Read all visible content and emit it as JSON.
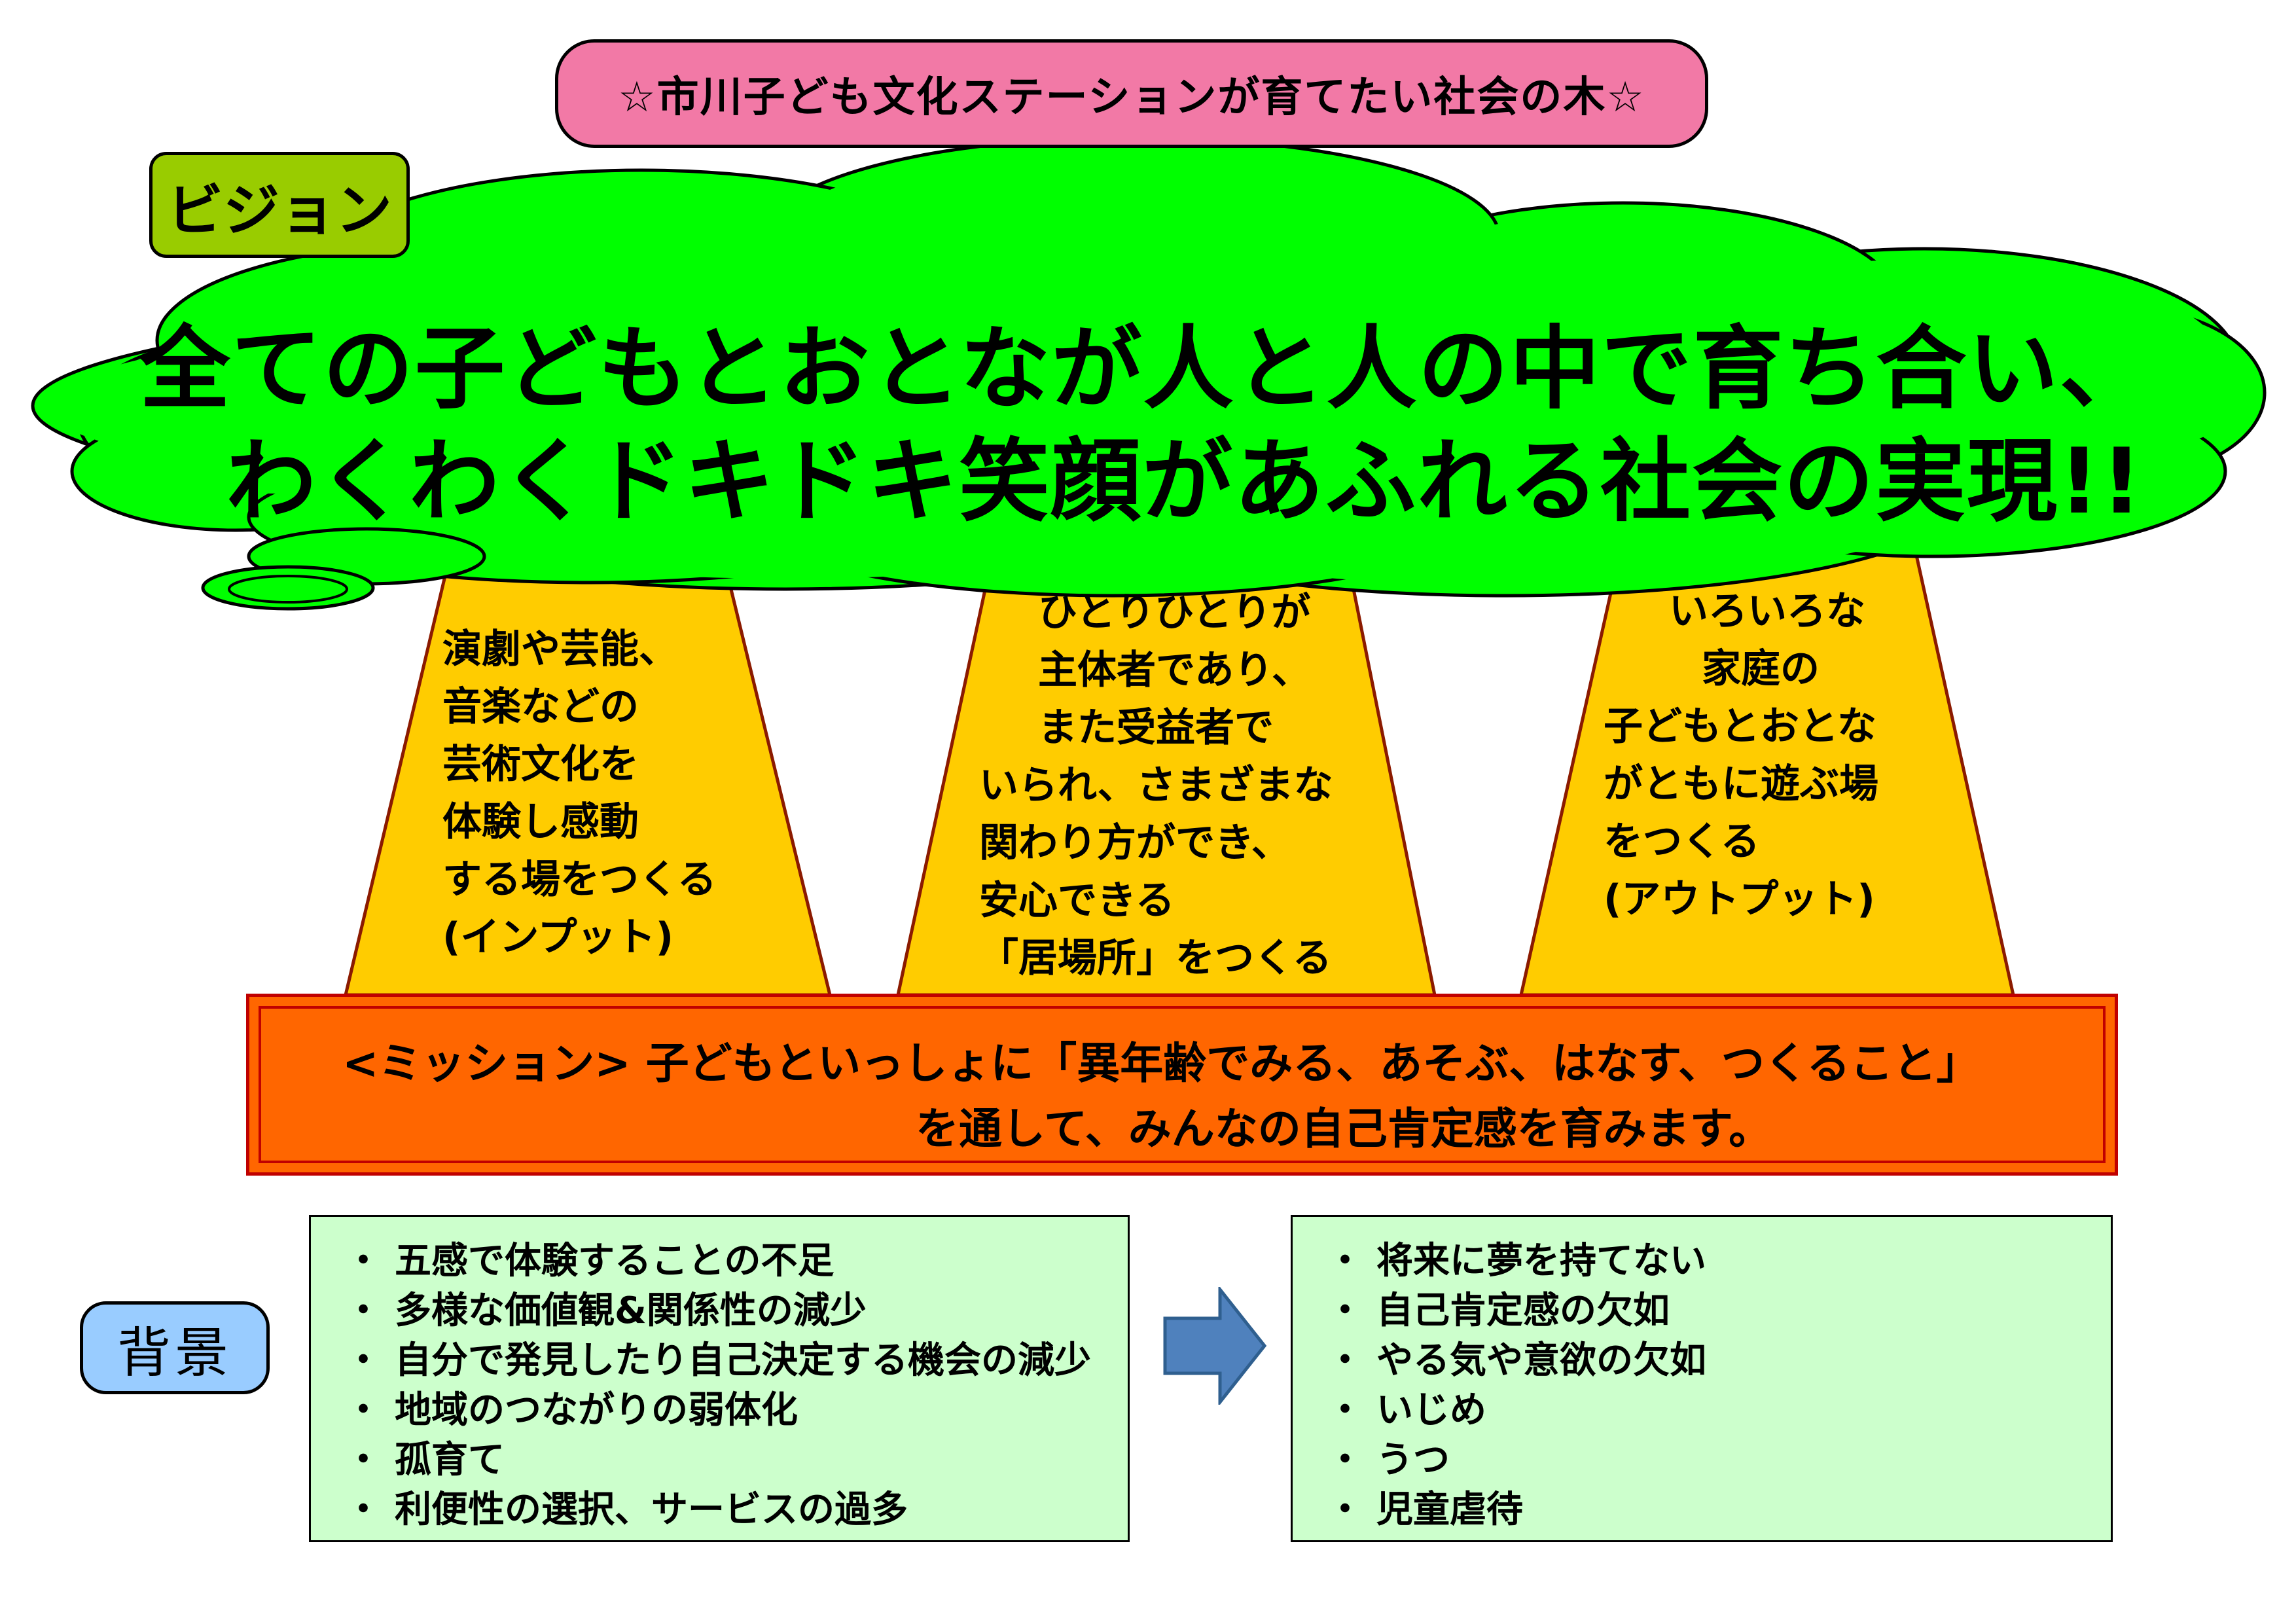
{
  "title": "☆市川子ども文化ステーションが育てたい社会の木☆",
  "vision_label": "ビジョン",
  "vision": {
    "line1": "全ての子どもとおとなが人と人の中で育ち合い、",
    "line2": "わくわくドキドキ笑顔があふれる社会の実現!!"
  },
  "trunks": {
    "left": [
      "演劇や芸能、",
      "音楽などの",
      "芸術文化を",
      "体験し感動",
      "する場をつくる",
      "(インプット)"
    ],
    "center": [
      "ひとりひとりが",
      "主体者であり、",
      "また受益者で",
      "いられ、さまざまな",
      "関わり方ができ、",
      "安心できる",
      "「居場所」をつくる"
    ],
    "right": [
      "いろいろな",
      "家庭の",
      "子どもとおとな",
      "がともに遊ぶ場",
      "をつくる",
      "(アウトプット)"
    ]
  },
  "mission": {
    "line1": "<ミッション>  子どもといっしょに「異年齢でみる、あそぶ、はなす、つくること」",
    "line2": "を通して、みんなの自己肯定感を育みます。"
  },
  "background_label": "背景",
  "causes": [
    "五感で体験することの不足",
    "多様な価値観&関係性の減少",
    "自分で発見したり自己決定する機会の減少",
    "地域のつながりの弱体化",
    "孤育て",
    "利便性の選択、サービスの過多"
  ],
  "effects": [
    "将来に夢を持てない",
    "自己肯定感の欠如",
    "やる気や意欲の欠如",
    "いじめ",
    "うつ",
    "児童虐待"
  ],
  "bullet_symbol": "・",
  "colors": {
    "title_pill": "#f279a6",
    "vision_label": "#99cc00",
    "canopy": "#00ff00",
    "trunk": "#ffcc00",
    "trunk_stroke": "#8b1a00",
    "mission": "#ff6600",
    "mission_border": "#c00000",
    "background_label": "#99ccff",
    "bullet_box": "#ccffcc",
    "arrow": "#4f81bd"
  },
  "icons": {
    "arrow": "right-arrow-icon"
  }
}
